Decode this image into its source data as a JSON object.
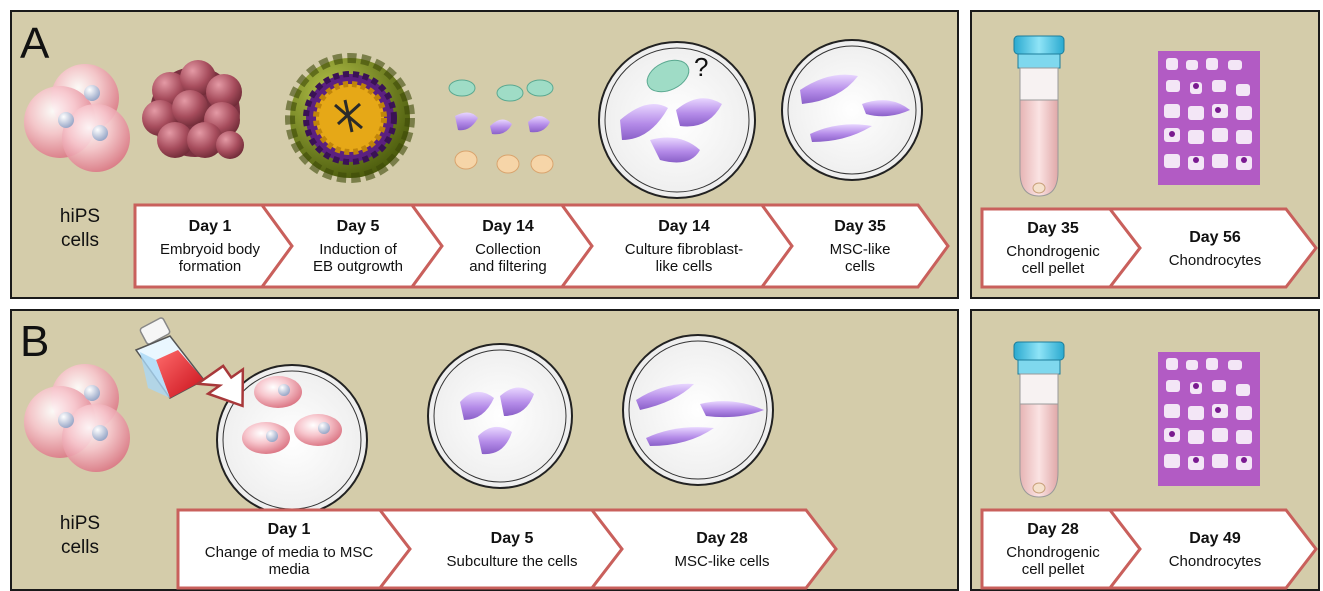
{
  "panels": {
    "A": {
      "letter": "A"
    },
    "B": {
      "letter": "B"
    }
  },
  "hips_label": {
    "line1": "hiPS",
    "line2": "cells"
  },
  "question_mark": "?",
  "row_a": {
    "steps": [
      {
        "day": "Day 1",
        "desc1": "Embryoid body",
        "desc2": "formation"
      },
      {
        "day": "Day 5",
        "desc1": "Induction of",
        "desc2": "EB outgrowth"
      },
      {
        "day": "Day 14",
        "desc1": "Collection",
        "desc2": "and filtering"
      },
      {
        "day": "Day 14",
        "desc1": "Culture fibroblast-",
        "desc2": "like cells"
      },
      {
        "day": "Day 35",
        "desc1": "MSC-like",
        "desc2": "cells"
      }
    ],
    "chondro": [
      {
        "day": "Day 35",
        "desc1": "Chondrogenic",
        "desc2": "cell pellet"
      },
      {
        "day": "Day 56",
        "desc1": "Chondrocytes",
        "desc2": ""
      }
    ]
  },
  "row_b": {
    "steps": [
      {
        "day": "Day 1",
        "desc1": "Change of media to MSC",
        "desc2": "media"
      },
      {
        "day": "Day 5",
        "desc1": "Subculture the cells",
        "desc2": ""
      },
      {
        "day": "Day 28",
        "desc1": "MSC-like cells",
        "desc2": ""
      }
    ],
    "chondro": [
      {
        "day": "Day 28",
        "desc1": "Chondrogenic",
        "desc2": "cell pellet"
      },
      {
        "day": "Day 49",
        "desc1": "Chondrocytes",
        "desc2": ""
      }
    ]
  },
  "colors": {
    "panel_bg": "#d4ccaa",
    "arrow_border": "#c9605c",
    "cell_pink": "#f3b6bf",
    "cell_purple": "#b58ce6",
    "eb_mauve": "#a5505f",
    "tube_cap": "#46bfe0",
    "tissue_purple": "#b25bc4"
  }
}
